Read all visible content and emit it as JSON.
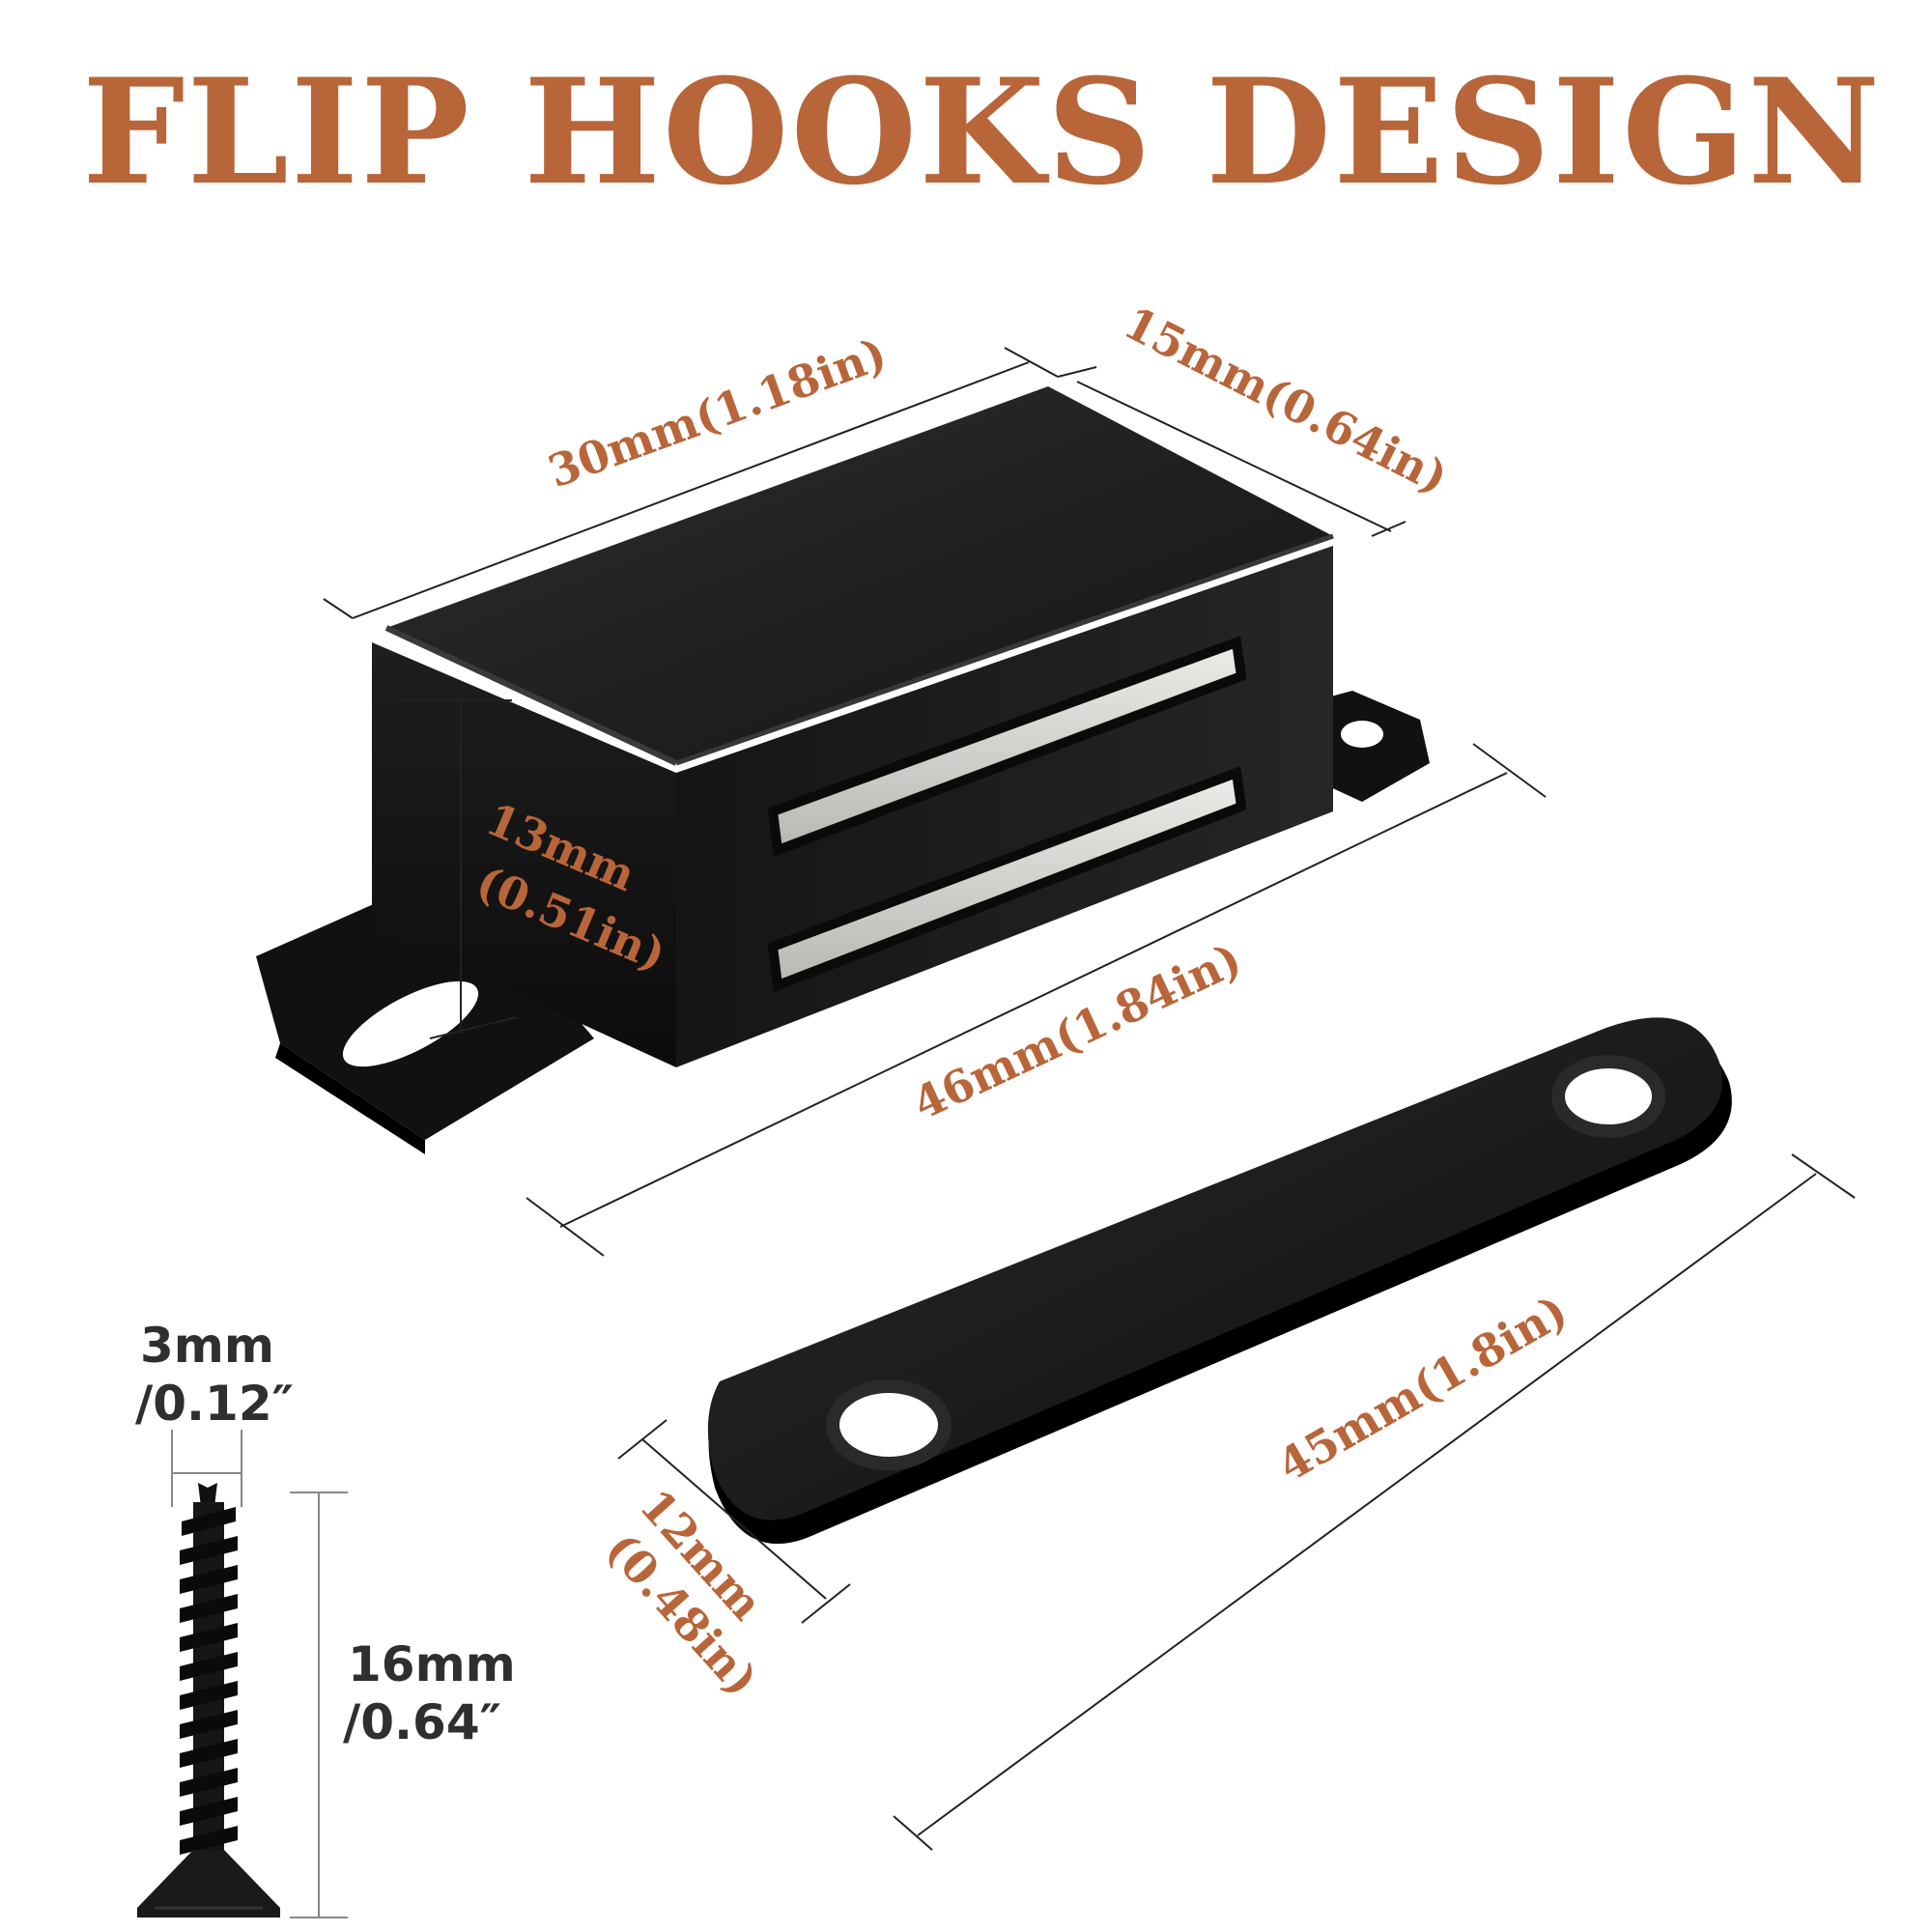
{
  "title": "FLIP HOOKS DESIGN",
  "dimensions": {
    "catch_length": "30mm(1.18in)",
    "catch_width": "15mm(0.64in)",
    "catch_height_mm": "13mm",
    "catch_height_in": "(0.51in)",
    "catch_base_length": "46mm(1.84in)",
    "plate_length": "45mm(1.8in)",
    "plate_width_mm": "12mm",
    "plate_width_in": "(0.48in)",
    "screw_diameter_mm": "3mm",
    "screw_diameter_in": "/0.12″",
    "screw_length_mm": "16mm",
    "screw_length_in": "/0.64″"
  },
  "colors": {
    "accent": "#b8653a",
    "product": "#1a1a1a",
    "magnet": "#d8d6d2",
    "screw_label": "#2f2f2f"
  },
  "items": [
    "magnetic-catch-body",
    "strike-plate",
    "mounting-screw"
  ]
}
